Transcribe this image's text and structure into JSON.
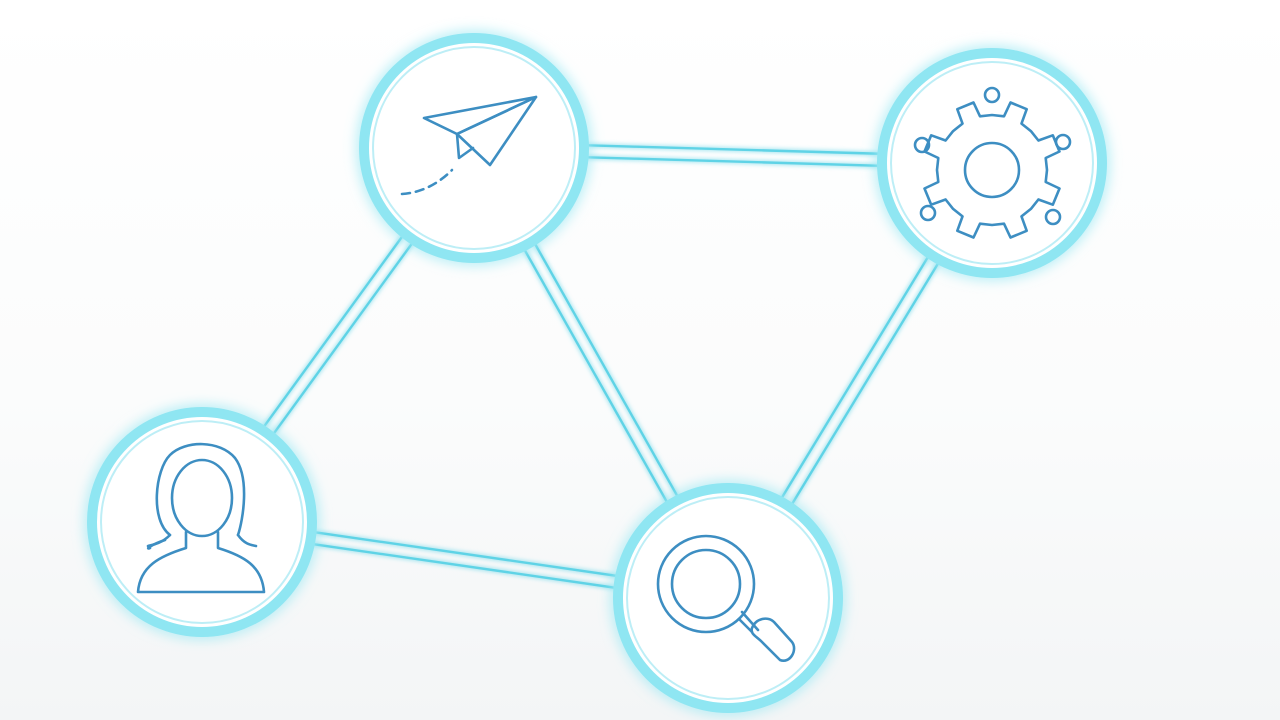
{
  "diagram": {
    "colors": {
      "glow": "#8fe6f2",
      "link": "#5fd3e6",
      "ring": "#bdeef6",
      "icon": "#3d8ec2"
    },
    "nodes": [
      {
        "id": "send",
        "icon": "paper-plane-icon"
      },
      {
        "id": "settings",
        "icon": "gear-icon"
      },
      {
        "id": "user",
        "icon": "user-icon"
      },
      {
        "id": "search",
        "icon": "magnifier-icon"
      }
    ],
    "links": [
      [
        "send",
        "settings"
      ],
      [
        "send",
        "user"
      ],
      [
        "send",
        "search"
      ],
      [
        "settings",
        "search"
      ],
      [
        "user",
        "search"
      ]
    ]
  }
}
